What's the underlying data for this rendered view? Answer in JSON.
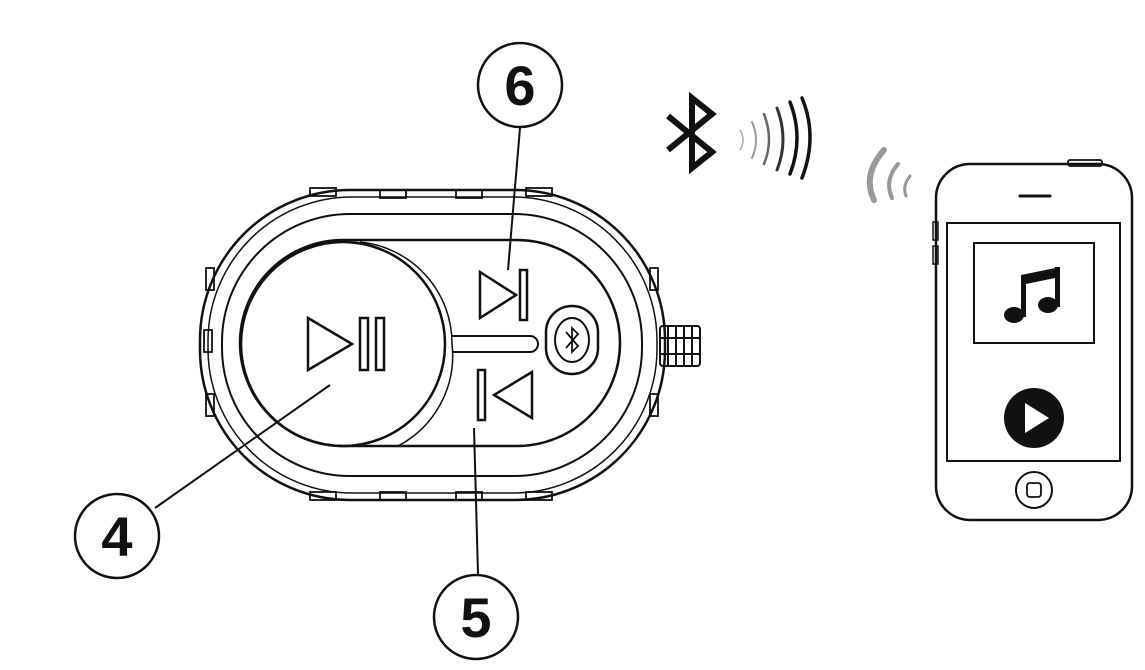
{
  "callouts": [
    {
      "id": "play-pause",
      "label": "4"
    },
    {
      "id": "previous-track",
      "label": "5"
    },
    {
      "id": "next-track",
      "label": "6"
    }
  ],
  "icons": {
    "remote_play_pause": "play-pause-icon",
    "remote_next": "next-track-icon",
    "remote_previous": "previous-track-icon",
    "remote_bluetooth_button": "bluetooth-icon",
    "bluetooth_symbol": "bluetooth-icon",
    "signal_waves": "signal-waves-icon",
    "phone_music": "music-note-icon",
    "phone_play": "play-icon",
    "phone_home": "home-button-icon"
  },
  "colors": {
    "line": "#111111",
    "background": "#ffffff",
    "signal_light": "#999999"
  }
}
